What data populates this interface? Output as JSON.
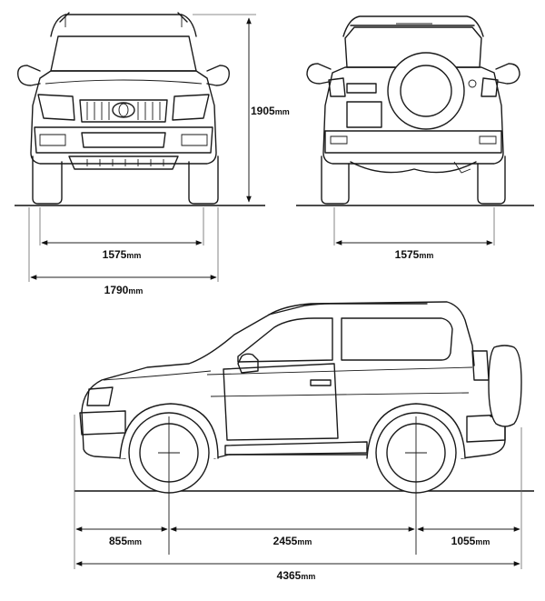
{
  "unit": "mm",
  "dimensions": {
    "height": {
      "value": "1905"
    },
    "front_track": {
      "value": "1575"
    },
    "rear_track": {
      "value": "1575"
    },
    "width": {
      "value": "1790"
    },
    "front_overhang": {
      "value": "855"
    },
    "wheelbase": {
      "value": "2455"
    },
    "rear_overhang": {
      "value": "1055"
    },
    "length": {
      "value": "4365"
    }
  }
}
